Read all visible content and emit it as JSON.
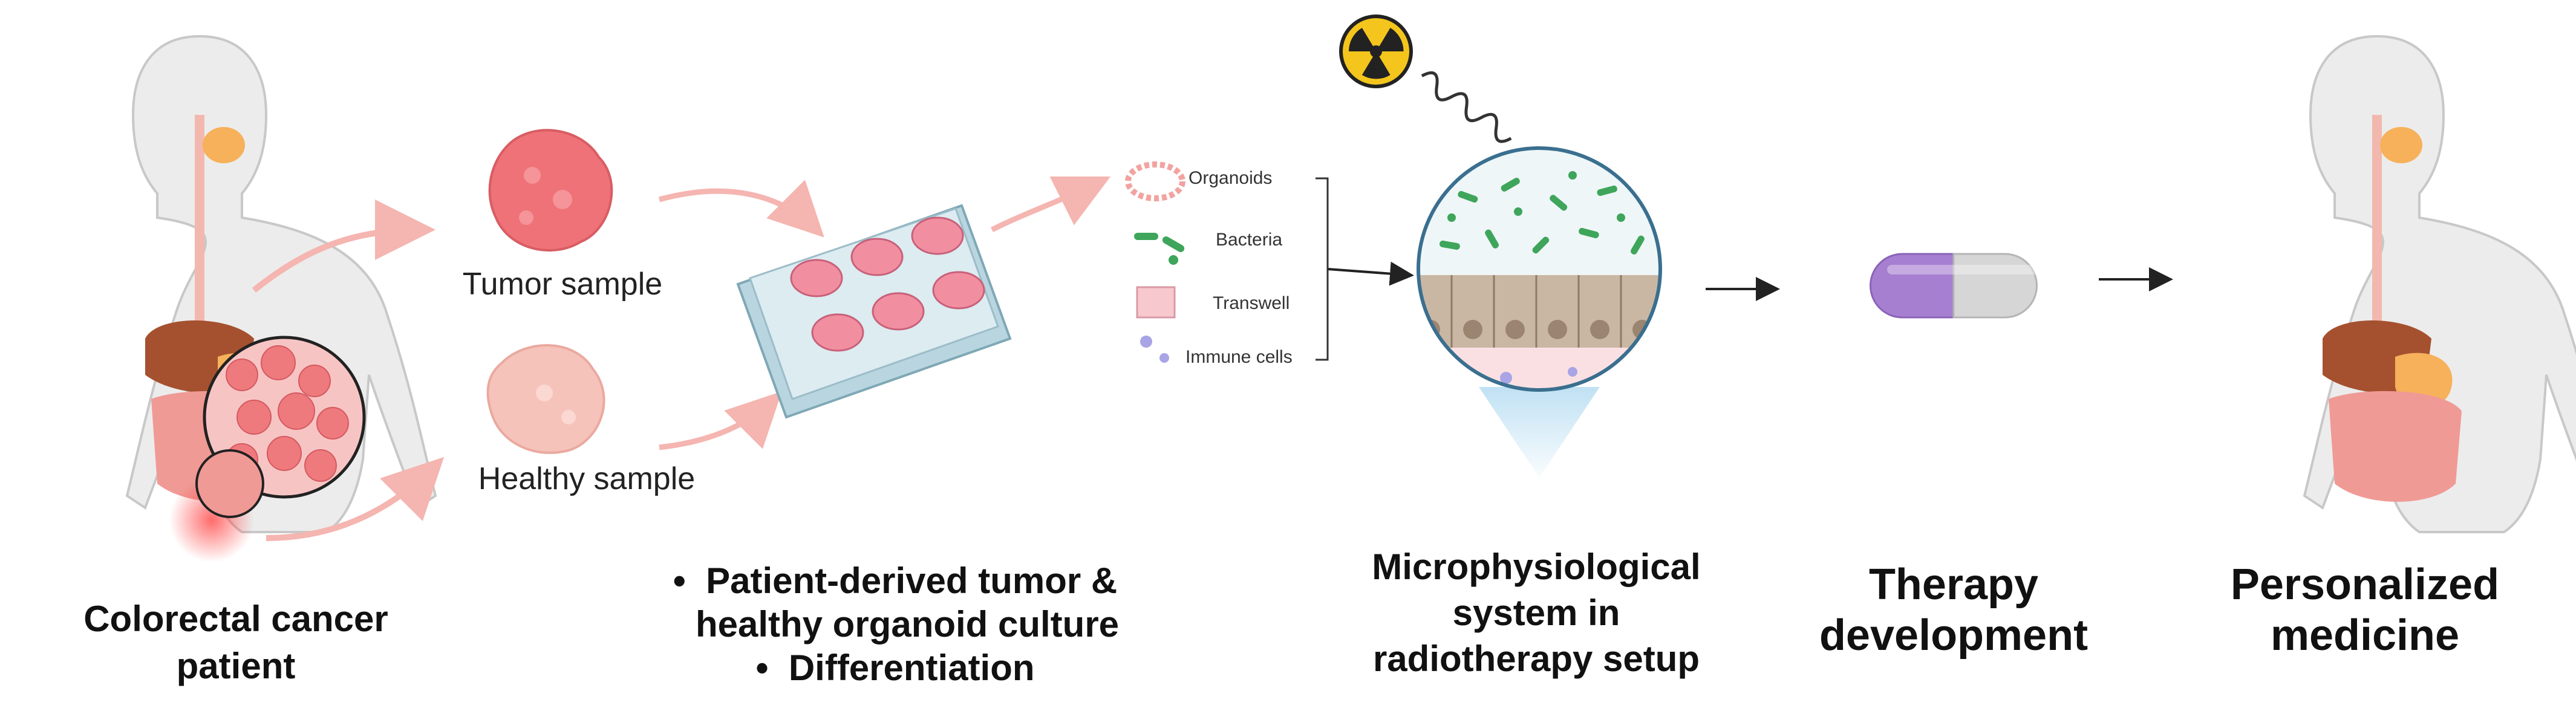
{
  "labels": {
    "patient": [
      "Colorectal cancer",
      "patient"
    ],
    "tumor_sample": "Tumor sample",
    "healthy_sample": "Healthy sample",
    "culture_bullets": [
      "Patient-derived tumor  &",
      "healthy organoid culture",
      "Differentiation"
    ],
    "legend": [
      "Organoids",
      "Bacteria",
      "Transwell",
      "Immune cells"
    ],
    "mps": [
      "Microphysiological",
      "system in",
      "radiotherapy setup"
    ],
    "therapy": [
      "Therapy",
      "development"
    ],
    "personalized": [
      "Personalized",
      "medicine"
    ]
  },
  "colors": {
    "body": "#ececec",
    "body_outline": "#c8c8c8",
    "esophagus": "#f2b8ae",
    "liver": "#a5512f",
    "stomach": "#f6b15a",
    "intestine": "#f09a95",
    "tumor": "#ef7278",
    "healthy": "#f6c3bb",
    "arrow_pink": "#f5b5b0",
    "plate": "#cfe3ea",
    "well": "#f18fa0",
    "bacteria": "#3ea55a",
    "epithelium": "#c9b7a4",
    "pill_purple": "#a67fd1",
    "pill_grey": "#d6d6d6",
    "radiation_yellow": "#f4c51c"
  },
  "icons": [
    "human-body-icon",
    "tumor-sample-icon",
    "healthy-sample-icon",
    "well-plate-icon",
    "organoid-icon",
    "bacteria-icon",
    "transwell-icon",
    "immune-cell-icon",
    "radiation-icon",
    "radiation-wave-icon",
    "mps-magnifier-icon",
    "capsule-pill-icon"
  ]
}
